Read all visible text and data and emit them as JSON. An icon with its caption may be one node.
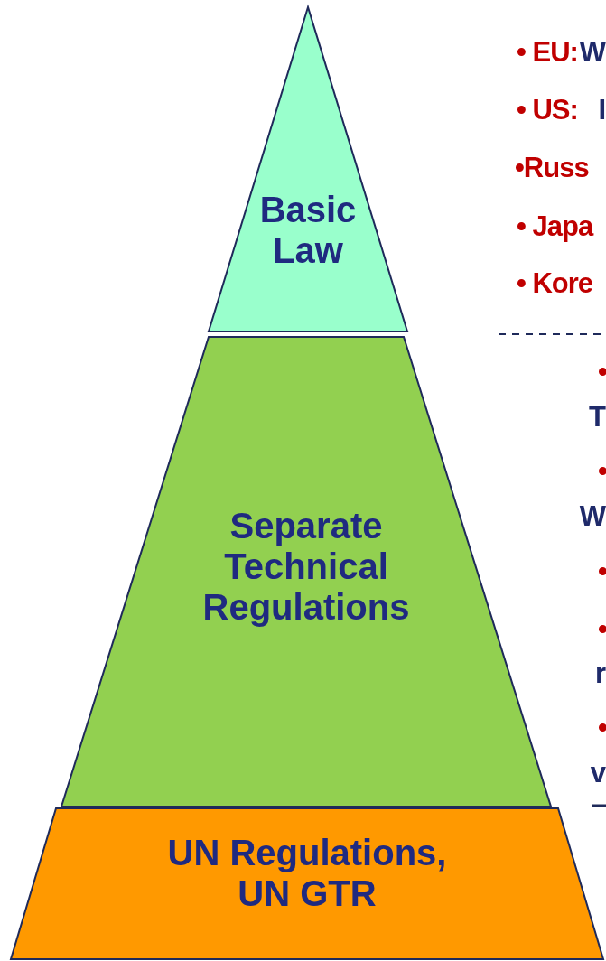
{
  "diagram": {
    "nodes": [
      {
        "text": [
          "Basic Law"
        ]
      },
      {
        "text": [
          "Separate Technical Regulations"
        ]
      },
      {
        "text": [
          "UN Regulations, UN GTR"
        ]
      }
    ],
    "labels": [
      "• EU:",
      "W",
      "• US:",
      "I",
      "•Russ",
      "• Japa",
      "• Kore",
      "•",
      "T",
      "•",
      "W",
      "•",
      "•",
      "r",
      "•",
      "v"
    ]
  }
}
